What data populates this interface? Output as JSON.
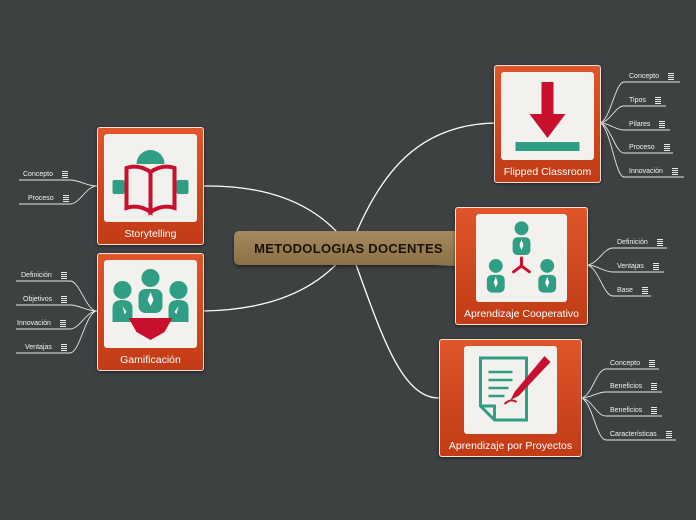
{
  "central": {
    "title": "METODOLOGIAS DOCENTES"
  },
  "colors": {
    "background": "#3d4142",
    "topic": "#d24a20",
    "teal": "#2f9e84",
    "red": "#c8102e",
    "central": "#9a8052"
  },
  "topics": [
    {
      "label": "Storytelling",
      "icon": "open-book-icon",
      "subtopics": [
        "Concepto",
        "Proceso"
      ]
    },
    {
      "label": "Gamificación",
      "icon": "team-podium-icon",
      "subtopics": [
        "Definición",
        "Objetivos",
        "Innovación",
        "Ventajas"
      ]
    },
    {
      "label": "Flipped Classroom",
      "icon": "download-arrow-icon",
      "subtopics": [
        "Concepto",
        "Tipos",
        "Pilares",
        "Proceso",
        "Innovación"
      ]
    },
    {
      "label": "Aprendizaje Cooperativo",
      "icon": "cooperative-team-icon",
      "subtopics": [
        "Definición",
        "Ventajas",
        "Base"
      ]
    },
    {
      "label": "Aprendizaje por Proyectos",
      "icon": "document-pen-icon",
      "subtopics": [
        "Concepto",
        "Beneficios",
        "Beneficios",
        "Características"
      ]
    }
  ]
}
